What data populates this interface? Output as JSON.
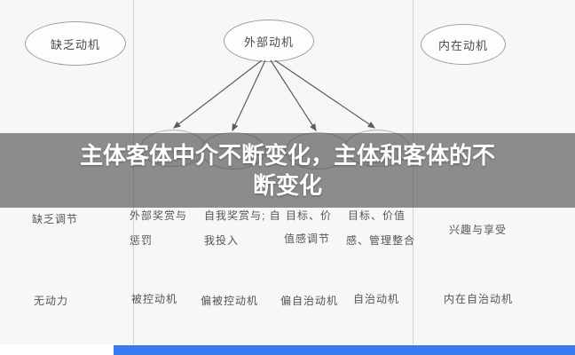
{
  "overlay": {
    "title_line1": "主体客体中介不断变化，主体和客体的不",
    "title_line2": "断变化"
  },
  "diagram": {
    "top_nodes": {
      "amotivation": "缺乏动机",
      "external": "外部动机",
      "intrinsic": "内在动机"
    },
    "left_section": {
      "regulation": "缺乏调节",
      "motivation": "无动力"
    },
    "middle_columns": [
      {
        "line1": "外部奖赏与",
        "line2": "惩罚",
        "motivation": "被控动机"
      },
      {
        "line1": "自我奖赏与; 自",
        "line2": "我投入",
        "motivation": "偏被控动机"
      },
      {
        "line1": "目标、价",
        "line2": "值感调节",
        "motivation": "偏自治动机"
      },
      {
        "line1": "目标、价值",
        "line2": "感、管理整合",
        "motivation": "自治动机"
      }
    ],
    "right_section": {
      "regulation": "兴趣与享受",
      "motivation": "内在自治动机"
    }
  },
  "colors": {
    "accent_bar": "#3a7af0",
    "overlay_background": "rgba(62,62,62,0.58)",
    "divider": "#d2d2d2"
  }
}
